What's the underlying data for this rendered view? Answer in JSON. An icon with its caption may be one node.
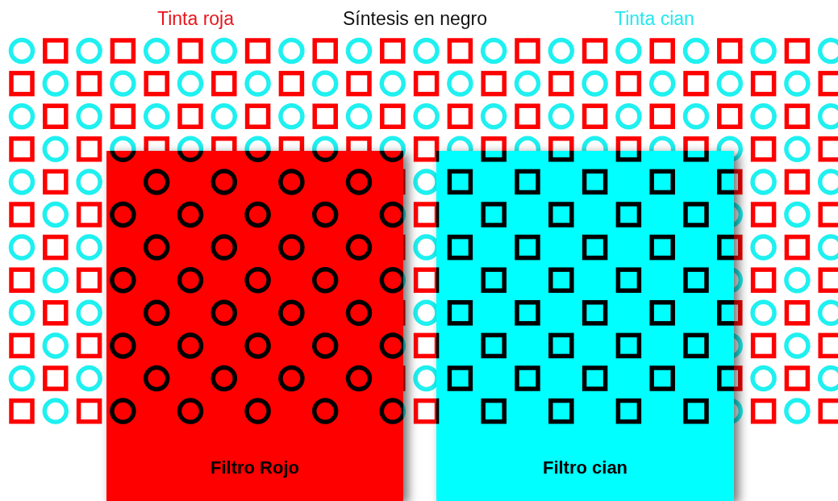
{
  "diagram": {
    "nodes": [
      {
        "text": [
          "Filtro Rojo"
        ]
      },
      {
        "text": [
          "Filtro cian"
        ]
      }
    ],
    "labels": [
      "Tinta roja",
      "Síntesis en negro",
      "Tinta cian"
    ]
  }
}
